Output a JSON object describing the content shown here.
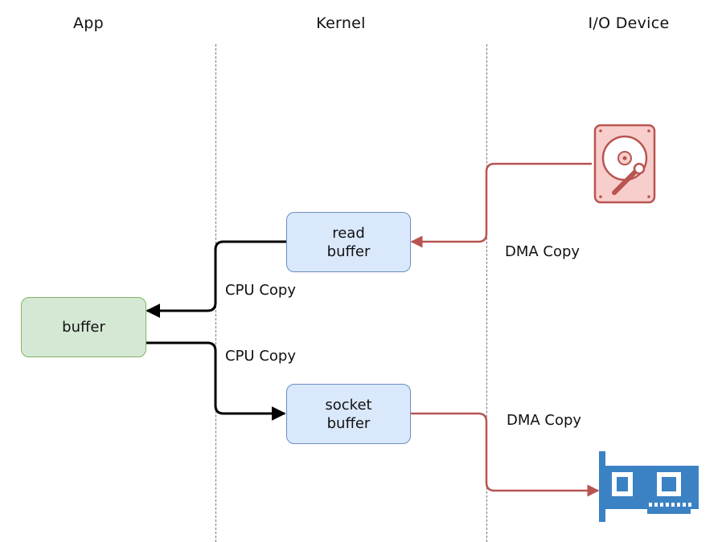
{
  "columns": {
    "app": "App",
    "kernel": "Kernel",
    "device": "I/O Device"
  },
  "boxes": {
    "read_buffer": [
      "read",
      "buffer"
    ],
    "socket_buffer": [
      "socket",
      "buffer"
    ],
    "app_buffer": "buffer"
  },
  "labels": {
    "dma_read": "DMA Copy",
    "cpu_read": "CPU Copy",
    "cpu_write": "CPU Copy",
    "dma_write": "DMA Copy"
  },
  "icons": {
    "disk": "hard-disk-icon",
    "nic": "network-card-icon"
  },
  "colors": {
    "kernel_fill": "#dae8fc",
    "kernel_stroke": "#6c8ebf",
    "app_fill": "#d5e8d4",
    "app_stroke": "#82b366",
    "dma_arrow": "#b85450",
    "cpu_arrow": "#000000",
    "disk_fill": "#f8cecc",
    "nic_fill": "#3b82c4"
  }
}
